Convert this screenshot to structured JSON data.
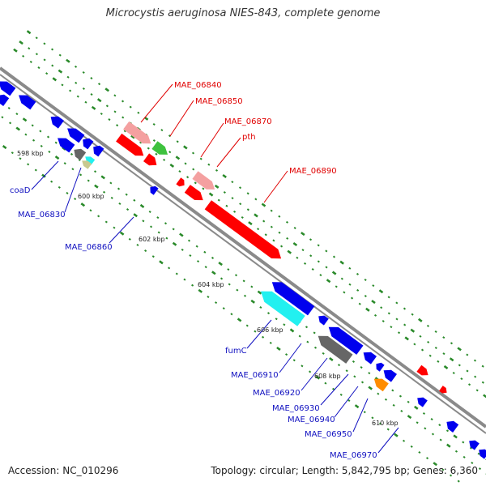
{
  "title": "Microcystis aeruginosa NIES-843, complete genome",
  "footer": {
    "accession": "Accession: NC_010296",
    "summary": "Topology: circular; Length: 5,842,795 bp; Genes: 6,360"
  },
  "colors": {
    "background": "#ffffff",
    "backbone": "#8a8a8a",
    "forward_label": "#e00000",
    "reverse_label": "#1010c0",
    "tick": "#2a8a2a"
  },
  "ticks": [
    "598 kbp",
    "600 kbp",
    "602 kbp",
    "604 kbp",
    "606 kbp",
    "608 kbp",
    "610 kbp"
  ],
  "genes": {
    "MAE_06840": {
      "label": "MAE_06840",
      "color": "#f4a0a0"
    },
    "MAE_06850": {
      "label": "MAE_06850",
      "color": "#3ec23e"
    },
    "MAE_06870": {
      "label": "MAE_06870",
      "color": "#f4a0a0"
    },
    "pth": {
      "label": "pth",
      "color": "#ff0000"
    },
    "MAE_06890": {
      "label": "MAE_06890",
      "color": "#ff0000"
    },
    "coaD": {
      "label": "coaD",
      "color": "#0000ee"
    },
    "MAE_06830": {
      "label": "MAE_06830",
      "color": "#c8c890"
    },
    "MAE_06860": {
      "label": "MAE_06860",
      "color": "#0000ee"
    },
    "fumC": {
      "label": "fumC",
      "color": "#22f0f0"
    },
    "MAE_06910": {
      "label": "MAE_06910",
      "color": "#0000ee"
    },
    "MAE_06920": {
      "label": "MAE_06920",
      "color": "#666666"
    },
    "MAE_06930": {
      "label": "MAE_06930",
      "color": "#0000ee"
    },
    "MAE_06940": {
      "label": "MAE_06940",
      "color": "#0000ee"
    },
    "MAE_06950": {
      "label": "MAE_06950",
      "color": "#ff8c00"
    },
    "MAE_06970": {
      "label": "MAE_06970",
      "color": "#0000ee"
    }
  }
}
